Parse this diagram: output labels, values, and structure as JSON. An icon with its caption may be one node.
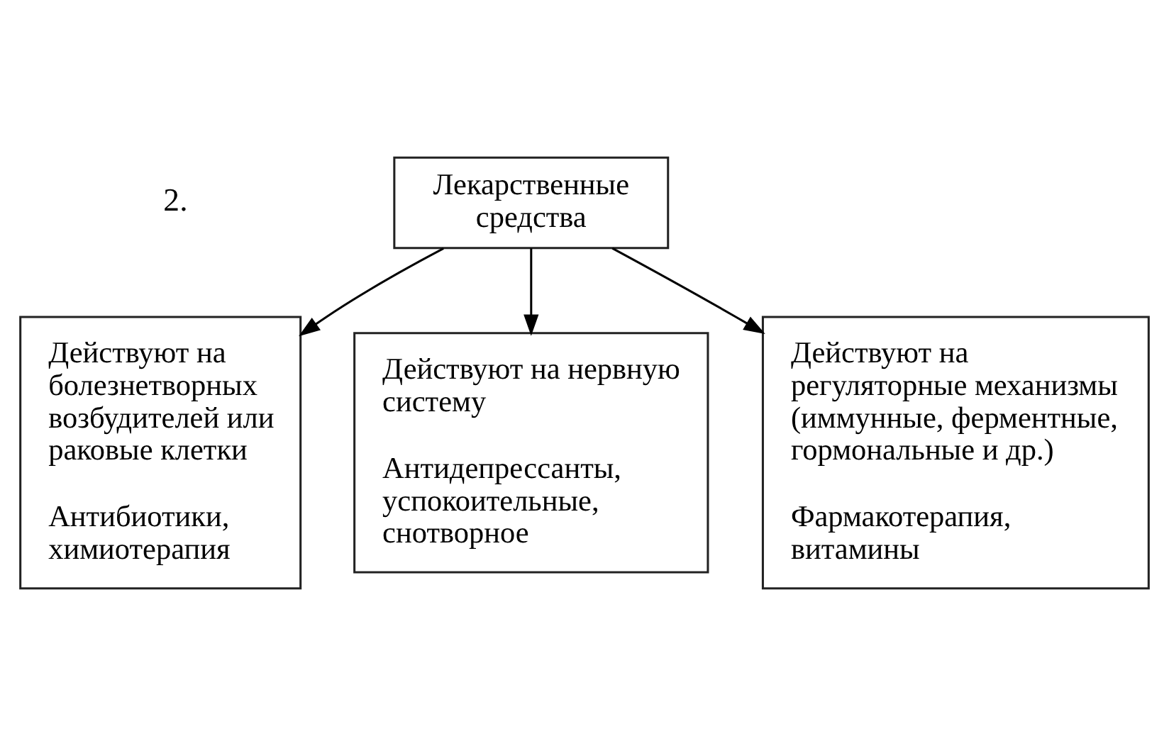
{
  "diagram": {
    "nodes": [
      {
        "text": [
          "Лекарственные средства"
        ]
      },
      {
        "text": [
          "Действуют на болезнетворных возбудителей или раковые клетки",
          "Антибиотики, химиотерапия"
        ]
      },
      {
        "text": [
          "Действуют на нервную систему",
          "Антидепрессанты, успокоительные, снотворное"
        ]
      },
      {
        "text": [
          "Действуют на регуляторные механизмы (иммунные, ферментные, гормональные и др.)",
          "Фармакотерапия, витамины"
        ]
      }
    ],
    "edges": [
      {
        "from": 0,
        "to": 1,
        "arrow": "to"
      },
      {
        "from": 0,
        "to": 2,
        "arrow": "to"
      },
      {
        "from": 0,
        "to": 3,
        "arrow": "to"
      }
    ],
    "labels": [
      "2."
    ]
  }
}
